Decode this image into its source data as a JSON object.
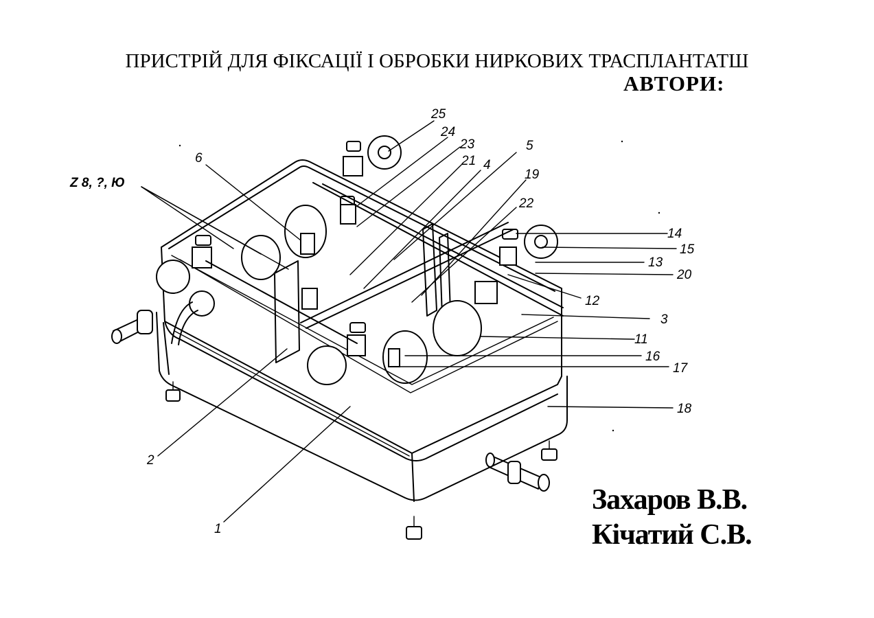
{
  "title": "ПРИСТРІЙ ДЛЯ ФІКСАЦІЇ І ОБРОБКИ НИРКОВИХ ТРАСПЛАНТАТШ",
  "authors_heading": "АВТОРИ:",
  "authors": [
    "Захаров В.В.",
    "Кічатий С.В."
  ],
  "side_label": "Z 8, ?, Ю",
  "part_numbers": [
    "25",
    "24",
    "23",
    "21",
    "4",
    "5",
    "19",
    "22",
    "6",
    "14",
    "15",
    "13",
    "20",
    "12",
    "3",
    "11",
    "16",
    "17",
    "18",
    "2",
    "1"
  ]
}
